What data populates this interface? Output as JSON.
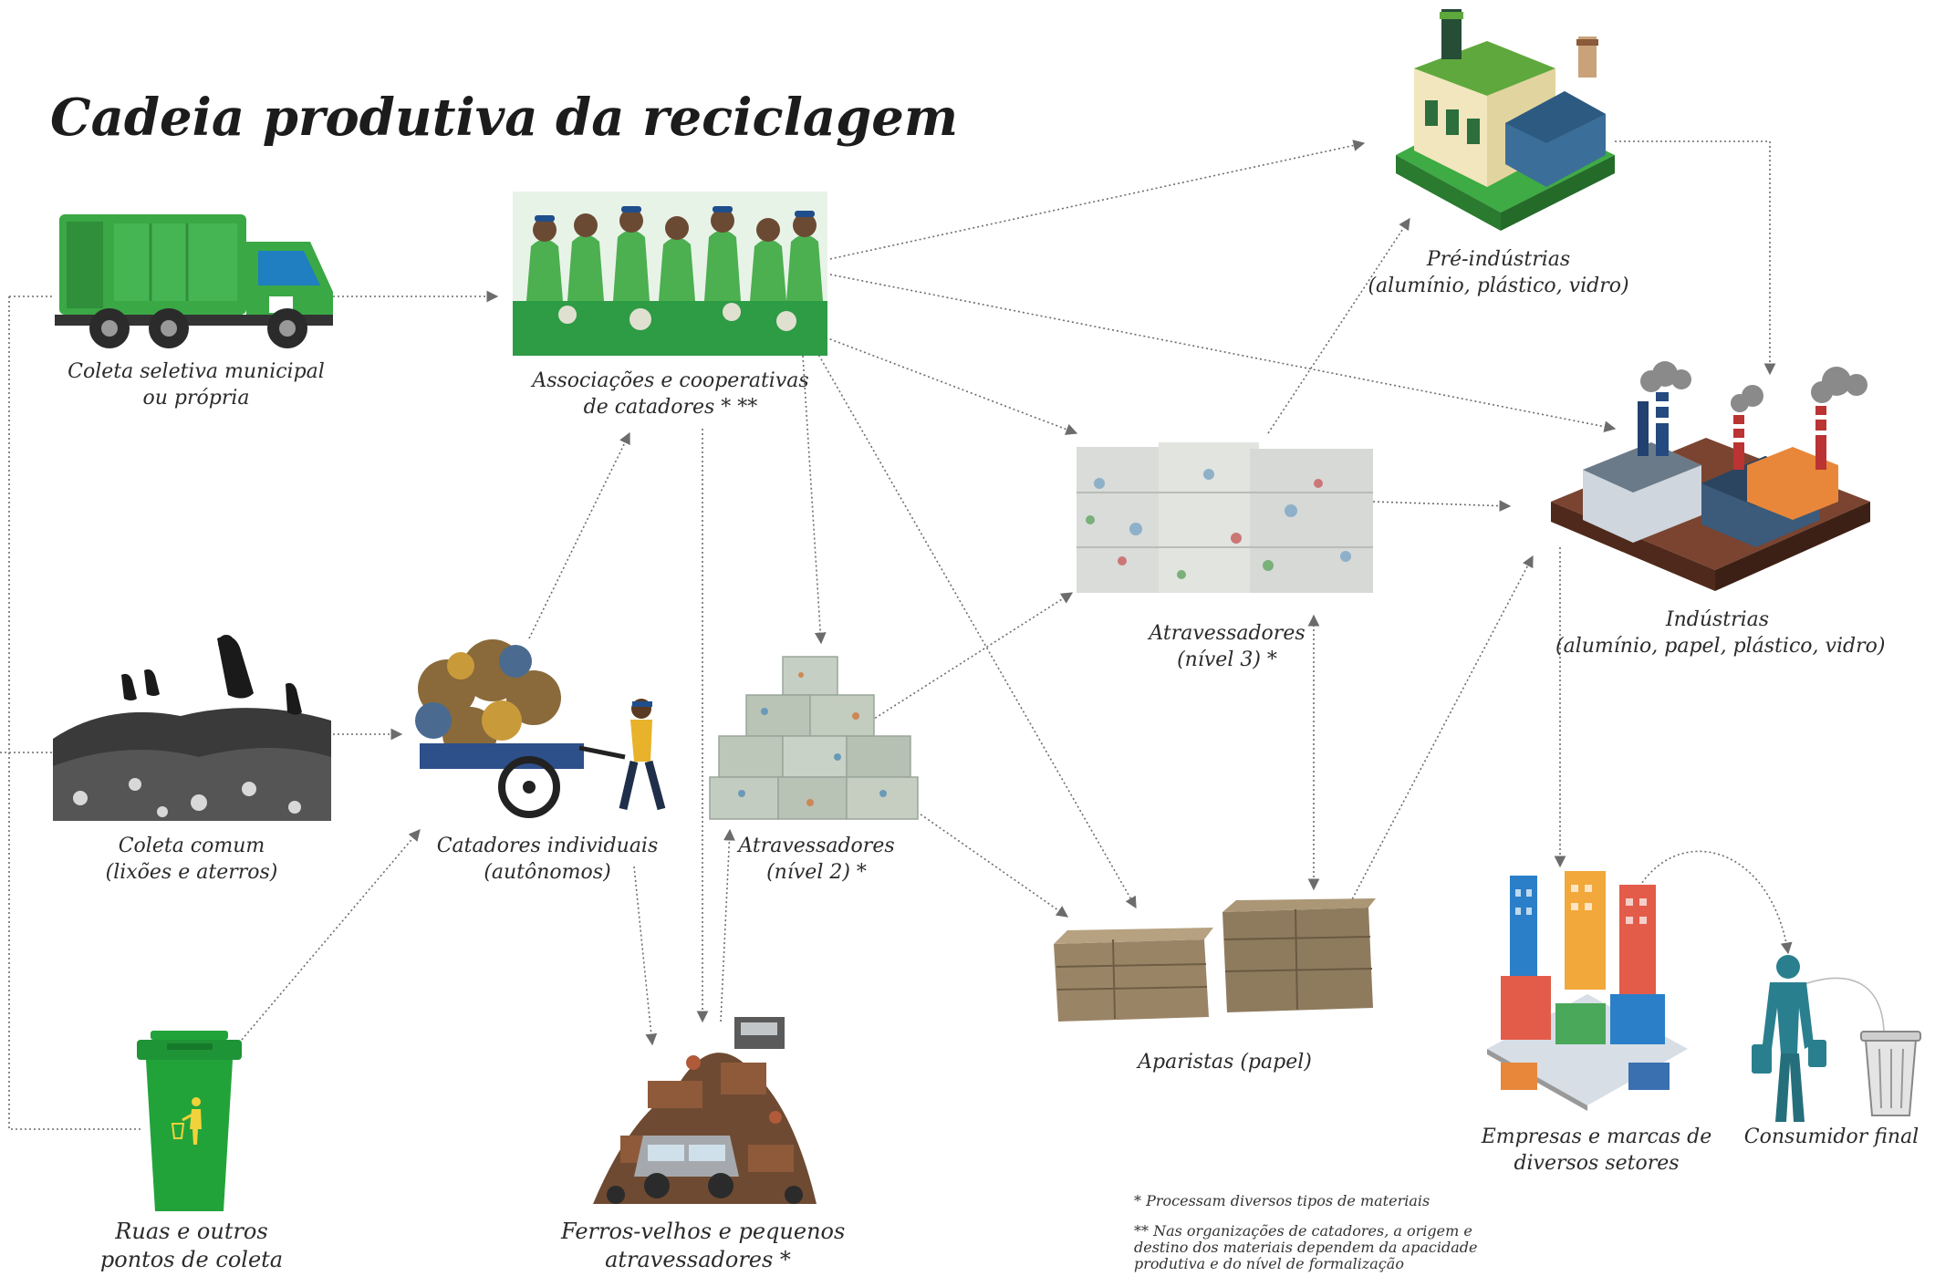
{
  "title": "Cadeia produtiva da reciclagem",
  "nodes": {
    "coleta_seletiva": {
      "line1": "Coleta seletiva municipal",
      "line2": "ou própria",
      "icon": "garbage-truck-icon"
    },
    "associacoes": {
      "line1": "Associações e cooperativas",
      "line2": "de catadores * **",
      "icon": "sorting-workers-icon"
    },
    "pre_industrias": {
      "line1": "Pré-indústrias",
      "line2": "(alumínio, plástico, vidro)",
      "icon": "small-factory-icon"
    },
    "industrias": {
      "line1": "Indústrias",
      "line2": "(alumínio, papel, plástico, vidro)",
      "icon": "large-factory-icon"
    },
    "atravessadores_3": {
      "line1": "Atravessadores",
      "line2": "(nível 3) *",
      "icon": "large-bales-icon"
    },
    "coleta_comum": {
      "line1": "Coleta comum",
      "line2": "(lixões e aterros)",
      "icon": "landfill-icon"
    },
    "catadores_individuais": {
      "line1": "Catadores individuais",
      "line2": "(autônomos)",
      "icon": "waste-cart-icon"
    },
    "atravessadores_2": {
      "line1": "Atravessadores",
      "line2": "(nível 2) *",
      "icon": "bale-stack-icon"
    },
    "aparistas": {
      "line1": "Aparistas (papel)",
      "icon": "paper-bales-icon"
    },
    "empresas": {
      "line1": "Empresas e marcas de",
      "line2": "diversos setores",
      "icon": "city-buildings-icon"
    },
    "consumidor": {
      "line1": "Consumidor final",
      "icon": "consumer-icon"
    },
    "ruas": {
      "line1": "Ruas e outros",
      "line2": "pontos de coleta",
      "icon": "recycling-bin-icon"
    },
    "ferros_velhos": {
      "line1": "Ferros-velhos e pequenos",
      "line2": "atravessadores *",
      "icon": "scrap-pile-icon"
    }
  },
  "notes": {
    "note1": "* Processam diversos tipos de materiais",
    "note2_line1": "** Nas organizações de catadores, a origem e",
    "note2_line2": "destino dos materiais dependem da  apacidade",
    "note2_line3": "produtiva e do nível de formalização"
  },
  "colors": {
    "truck_green": "#3aa845",
    "bin_green": "#22a33a",
    "worker_green": "#4caf50",
    "factory_roof": "#4a7fb0",
    "brick_red": "#a8462e",
    "connector": "#6c6c6c",
    "consumer_teal": "#2a7f8f"
  }
}
